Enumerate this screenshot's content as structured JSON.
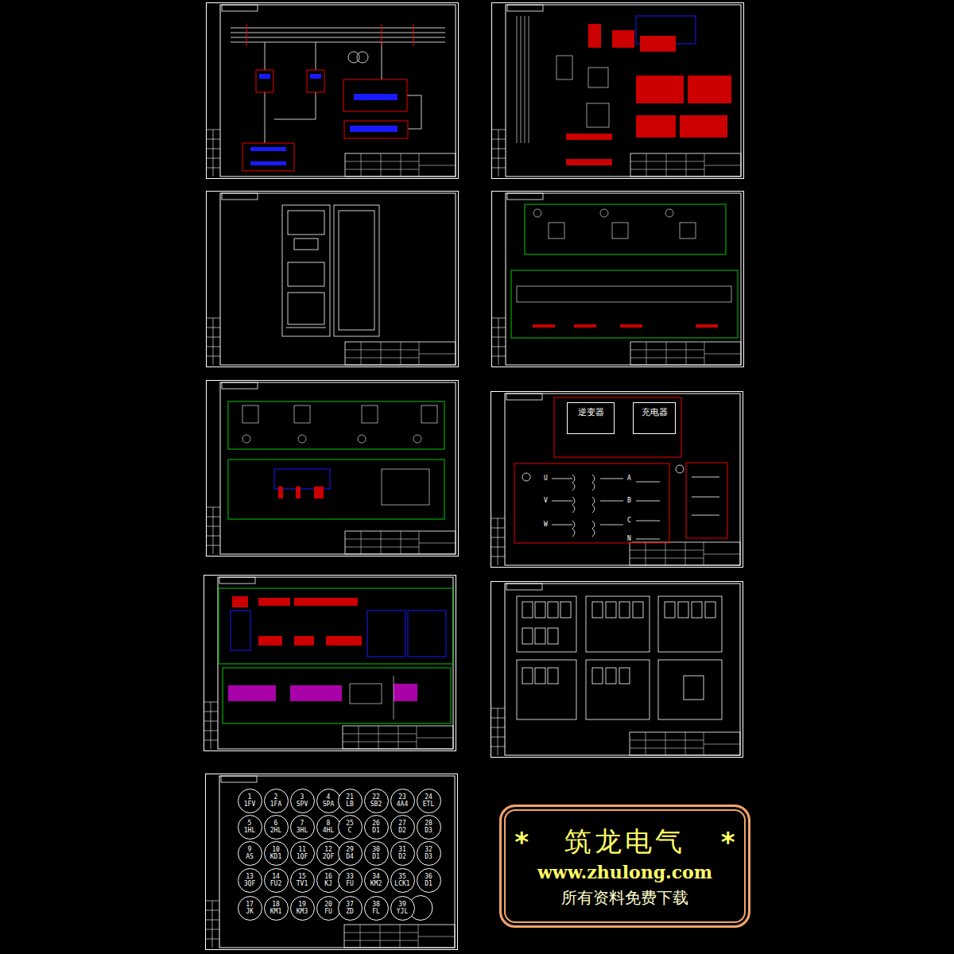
{
  "diagram": {
    "nodes": [
      {
        "text": [
          "*",
          "筑龙电气",
          "*",
          "www.zhulong.com",
          "所有资料免费下载"
        ]
      },
      {
        "text": [
          "逆变器"
        ]
      },
      {
        "text": [
          "充电器"
        ]
      },
      {
        "text": [
          "1",
          "1FV"
        ]
      },
      {
        "text": [
          "2",
          "1FA"
        ]
      },
      {
        "text": [
          "3",
          "SPV"
        ]
      },
      {
        "text": [
          "4",
          "SPA"
        ]
      },
      {
        "text": [
          "21",
          "LB"
        ]
      },
      {
        "text": [
          "22",
          "SB2"
        ]
      },
      {
        "text": [
          "23",
          "4A4"
        ]
      },
      {
        "text": [
          "24",
          "ETL"
        ]
      },
      {
        "text": [
          "5",
          "1HL"
        ]
      },
      {
        "text": [
          "6",
          "2HL"
        ]
      },
      {
        "text": [
          "7",
          "3HL"
        ]
      },
      {
        "text": [
          "8",
          "4HL"
        ]
      },
      {
        "text": [
          "25",
          "C"
        ]
      },
      {
        "text": [
          "26",
          "D1"
        ]
      },
      {
        "text": [
          "27",
          "D2"
        ]
      },
      {
        "text": [
          "28",
          "D3"
        ]
      },
      {
        "text": [
          "9",
          "AS"
        ]
      },
      {
        "text": [
          "10",
          "KD1"
        ]
      },
      {
        "text": [
          "11",
          "1QF"
        ]
      },
      {
        "text": [
          "12",
          "2QF"
        ]
      },
      {
        "text": [
          "29",
          "D4"
        ]
      },
      {
        "text": [
          "30",
          "D1"
        ]
      },
      {
        "text": [
          "31",
          "D2"
        ]
      },
      {
        "text": [
          "32",
          "D3"
        ]
      },
      {
        "text": [
          "13",
          "3QF"
        ]
      },
      {
        "text": [
          "14",
          "FU2"
        ]
      },
      {
        "text": [
          "15",
          "TV1"
        ]
      },
      {
        "text": [
          "16",
          "KJ"
        ]
      },
      {
        "text": [
          "33",
          "FU"
        ]
      },
      {
        "text": [
          "34",
          "KM2"
        ]
      },
      {
        "text": [
          "35",
          "LCK1"
        ]
      },
      {
        "text": [
          "36",
          "D1"
        ]
      },
      {
        "text": [
          "17",
          "JK"
        ]
      },
      {
        "text": [
          "18",
          "KM1"
        ]
      },
      {
        "text": [
          "19",
          "KM3"
        ]
      },
      {
        "text": [
          "20",
          "FU"
        ]
      },
      {
        "text": [
          "37",
          "ZD"
        ]
      },
      {
        "text": [
          "38",
          "FL"
        ]
      },
      {
        "text": [
          "39",
          "YJL"
        ]
      }
    ],
    "labels": [
      "U",
      "V",
      "W",
      "A",
      "B",
      "C",
      "N"
    ]
  }
}
